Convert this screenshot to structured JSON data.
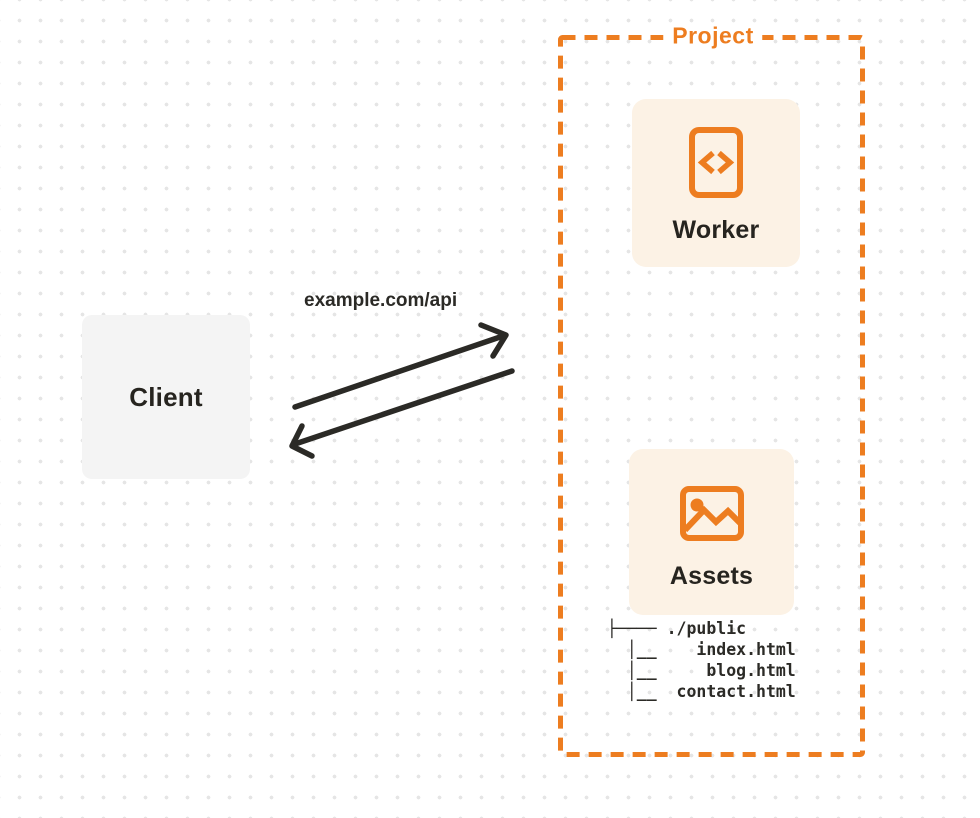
{
  "diagram": {
    "client": {
      "label": "Client"
    },
    "request": {
      "label": "example.com/api"
    },
    "project": {
      "label": "Project",
      "worker": {
        "label": "Worker",
        "icon": "code-icon"
      },
      "assets": {
        "label": "Assets",
        "icon": "image-icon"
      },
      "file_tree": {
        "text": "├──── ./public\n  │__    index.html\n  │__     blog.html\n  │__  contact.html",
        "root": "./public",
        "files": [
          "index.html",
          "blog.html",
          "contact.html"
        ]
      }
    },
    "arrows": {
      "request_direction": "client-to-project",
      "response_direction": "project-to-client"
    },
    "colors": {
      "accent_orange": "#ed7d20",
      "panel_cream": "#fcf2e5",
      "client_gray": "#f4f4f4",
      "ink": "#2b2a26",
      "dot_grid": "#e5e5e5"
    }
  }
}
